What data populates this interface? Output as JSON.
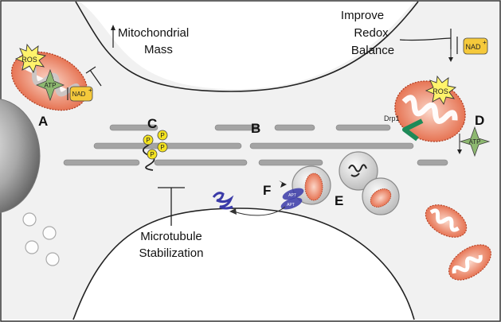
{
  "annotations": {
    "mito_mass": [
      "Mitochondrial",
      "Mass"
    ],
    "redox": [
      "Improve",
      "Redox",
      "Balance"
    ],
    "microtubule": [
      "Microtubule",
      "Stabilization"
    ]
  },
  "panel_letters": {
    "a": "A",
    "b": "B",
    "c": "C",
    "d": "D",
    "e": "E",
    "f": "F"
  },
  "molecules": {
    "ros": "ROS",
    "atp": "ATP",
    "nad": "NAD",
    "nad_sup": "+",
    "phosphate": "P",
    "drp1": "Drp1",
    "apt": "APT"
  },
  "colors": {
    "cell_fill": "#f1f1f1",
    "mito_fill": "#e8704f",
    "mito_inner": "#ffffff",
    "ros_fill": "#fff36b",
    "atp_fill": "#8db870",
    "nad_fill": "#f5c93b",
    "phosphate_fill": "#f4e320",
    "drp1_color": "#1e8a58",
    "microtubule": "#9a9a9a",
    "autophagy_color": "#3a3aa8"
  }
}
